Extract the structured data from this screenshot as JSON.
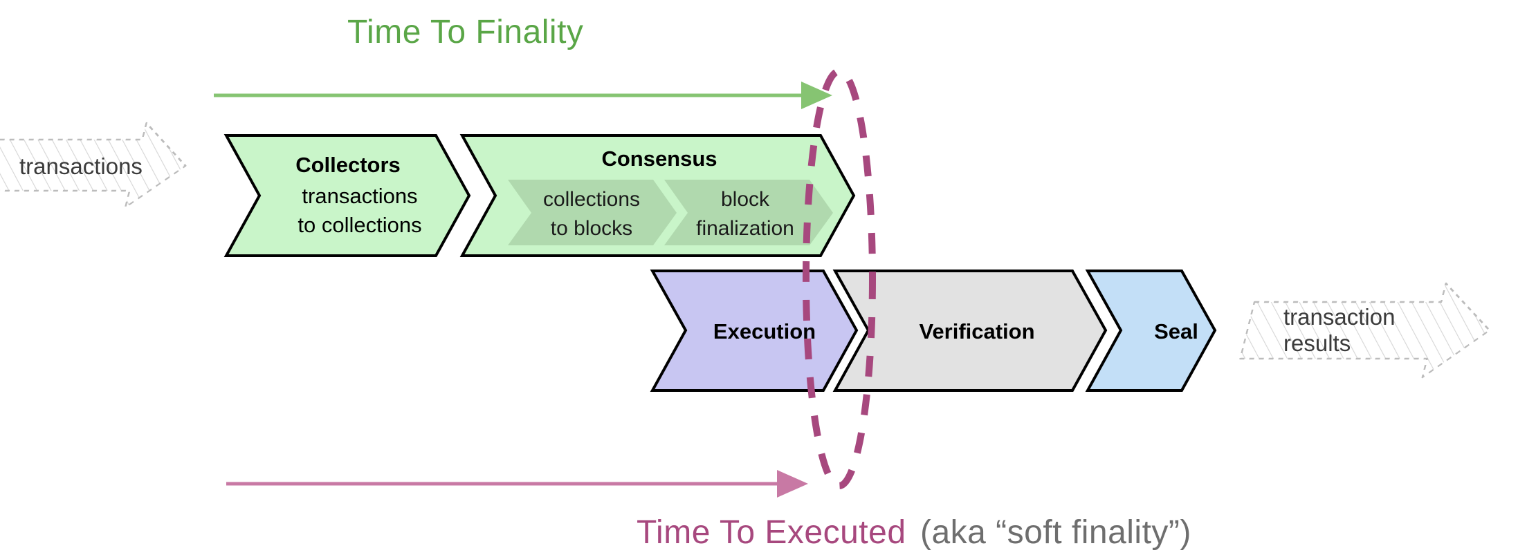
{
  "diagram": {
    "title_top": "Time To Finality",
    "title_bottom_primary": "Time To Executed",
    "title_bottom_secondary": "(aka “soft finality”)",
    "colors": {
      "green_accent": "#5aa647",
      "green_fill": "#c9f5c9",
      "green_inner_fill": "#b0d9ae",
      "purple_accent": "#a7487e",
      "purple_line": "#c879a4",
      "execution_fill": "#c8c6f2",
      "verification_fill": "#e2e2e2",
      "seal_fill": "#c3dff7",
      "ghost_stroke": "#bcbcbc",
      "stroke": "#000000",
      "gray_text": "#6e6e6e"
    }
  },
  "input": {
    "label": "transactions"
  },
  "output": {
    "label_line1": "transaction",
    "label_line2": "results"
  },
  "top_row": {
    "collectors": {
      "title": "Collectors",
      "sub_line1": "transactions",
      "sub_line2": "to collections"
    },
    "consensus": {
      "title": "Consensus",
      "inner": [
        {
          "line1": "collections",
          "line2": "to blocks"
        },
        {
          "line1": "block",
          "line2": "finalization"
        }
      ]
    }
  },
  "bottom_row": {
    "execution": {
      "title": "Execution"
    },
    "verification": {
      "title": "Verification"
    },
    "seal": {
      "title": "Seal"
    }
  },
  "annotations": {
    "finality_arrow": "time-to-finality-arrow",
    "executed_arrow": "time-to-executed-arrow",
    "boundary_ellipse": "finality-boundary-ellipse"
  }
}
